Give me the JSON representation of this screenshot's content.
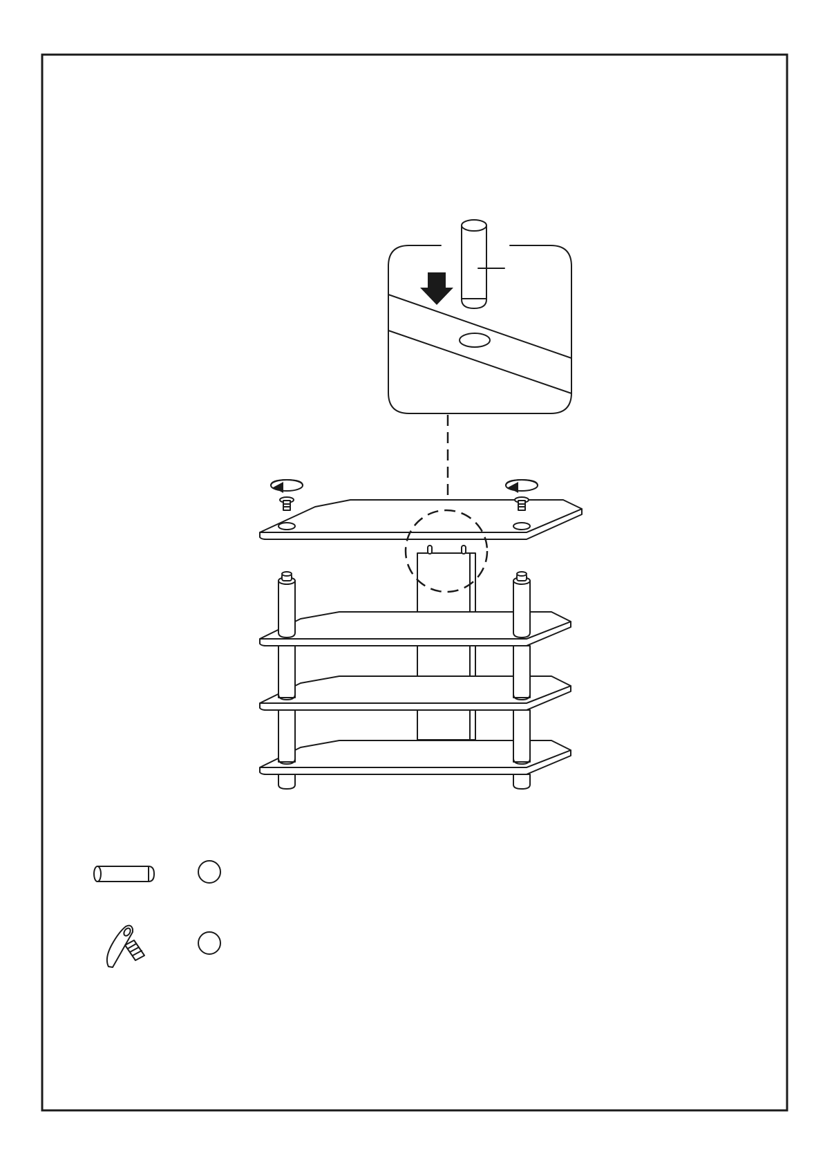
{
  "page": {
    "type": "assembly-instruction-step"
  },
  "parts_legend": [
    {
      "part": "dowel-pin",
      "icon": "dowel-pin-icon",
      "quantity": ""
    },
    {
      "part": "screw",
      "icon": "screw-icon",
      "quantity": ""
    }
  ],
  "callout": {
    "action": "insert-dowel-into-hole",
    "icon": "down-arrow-icon"
  },
  "colors": {
    "line": "#1a1a1a",
    "background": "#ffffff"
  }
}
